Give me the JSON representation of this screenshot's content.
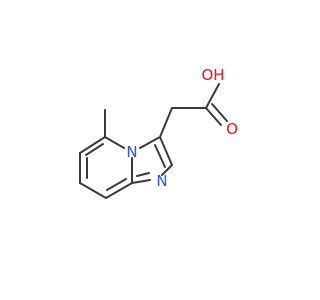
{
  "molecule": {
    "colors": {
      "bond": "#3a3a3a",
      "oxygen": "#ff0d0d",
      "nitrogen": "#2f50f8"
    },
    "atom_labels": {
      "oh": "OH",
      "carbonyl_o": "O",
      "bridge_n": "N",
      "ring_n": "N"
    }
  }
}
